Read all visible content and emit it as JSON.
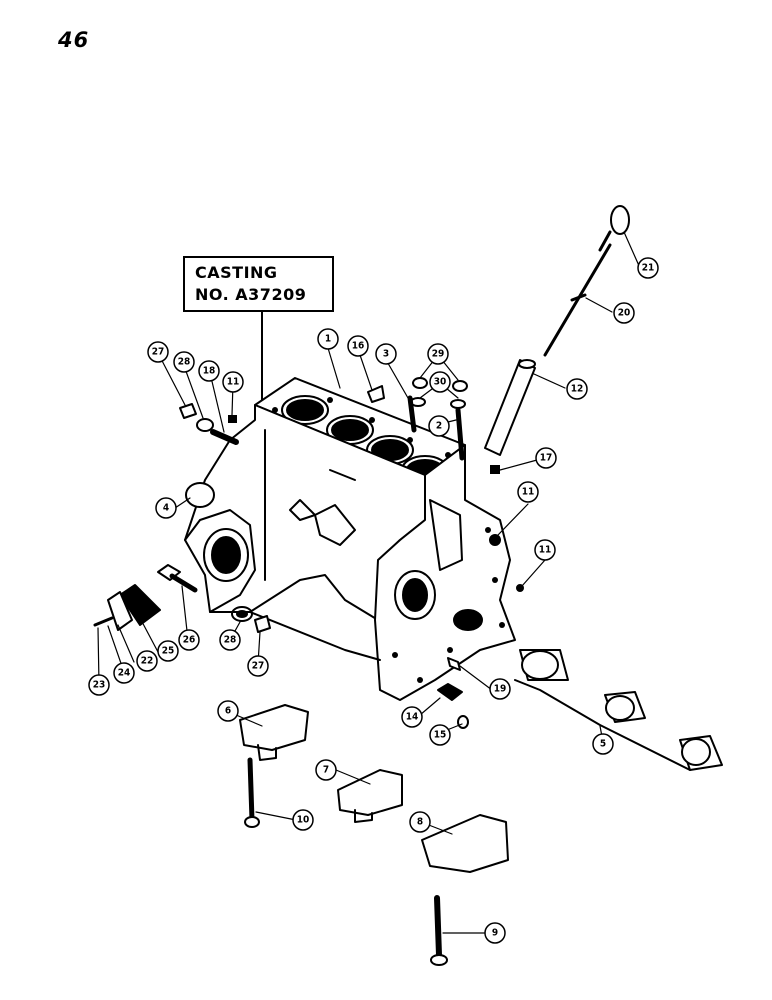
{
  "page_number": "46",
  "casting_label": {
    "line1": "CASTING",
    "line2": "NO. A37209"
  },
  "callouts": [
    {
      "num": "1"
    },
    {
      "num": "2"
    },
    {
      "num": "3"
    },
    {
      "num": "4"
    },
    {
      "num": "5"
    },
    {
      "num": "6"
    },
    {
      "num": "7"
    },
    {
      "num": "8"
    },
    {
      "num": "9"
    },
    {
      "num": "10"
    },
    {
      "num": "11"
    },
    {
      "num": "11"
    },
    {
      "num": "11"
    },
    {
      "num": "12"
    },
    {
      "num": "14"
    },
    {
      "num": "15"
    },
    {
      "num": "16"
    },
    {
      "num": "17"
    },
    {
      "num": "18"
    },
    {
      "num": "19"
    },
    {
      "num": "20"
    },
    {
      "num": "21"
    },
    {
      "num": "22"
    },
    {
      "num": "23"
    },
    {
      "num": "24"
    },
    {
      "num": "25"
    },
    {
      "num": "26"
    },
    {
      "num": "27"
    },
    {
      "num": "27"
    },
    {
      "num": "28"
    },
    {
      "num": "28"
    },
    {
      "num": "29"
    },
    {
      "num": "30"
    }
  ]
}
